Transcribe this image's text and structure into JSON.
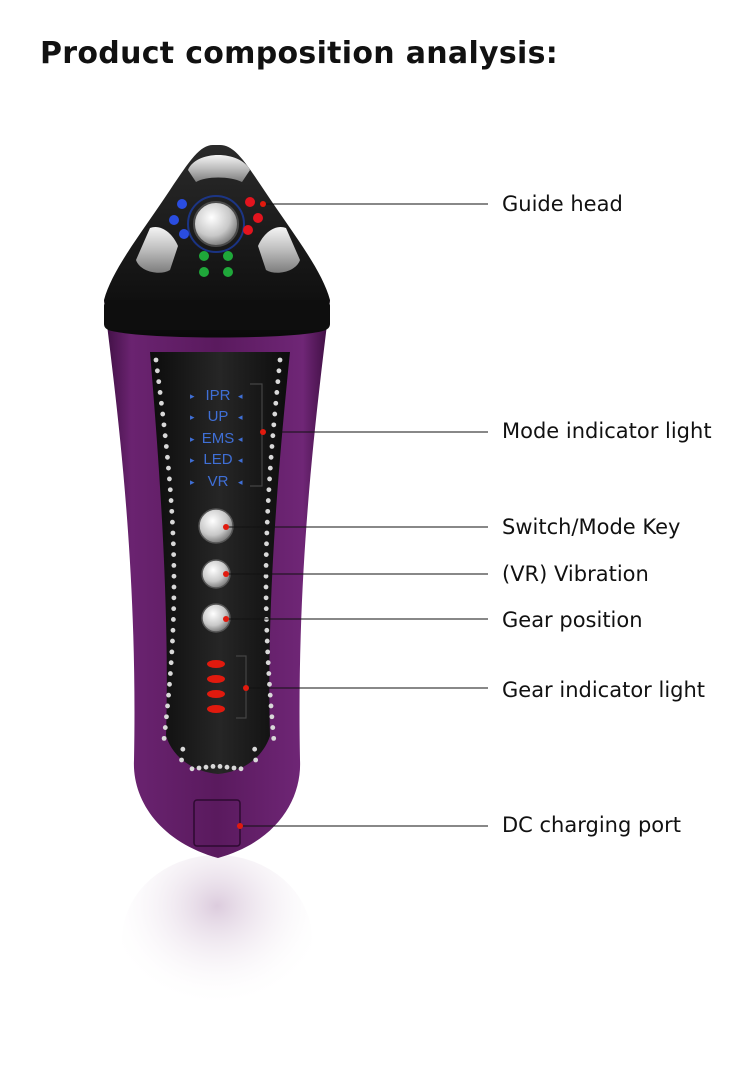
{
  "title": "Product composition analysis:",
  "callouts": {
    "guide_head": "Guide head",
    "mode_indicator": "Mode indicator light",
    "switch_mode": "Switch/Mode Key",
    "vibration": "(VR) Vibration",
    "gear_position": "Gear position",
    "gear_indicator": "Gear indicator light",
    "dc_port": "DC charging port"
  },
  "modes": [
    "IPR",
    "UP",
    "EMS",
    "LED",
    "VR"
  ],
  "colors": {
    "body": "#5b1a5e",
    "head": "#141414",
    "mode_text": "#3f6fd6",
    "gear_light": "#e11a0e",
    "led_red": "#e3141e",
    "led_blue": "#2a4de0",
    "led_green": "#1fa83a"
  }
}
